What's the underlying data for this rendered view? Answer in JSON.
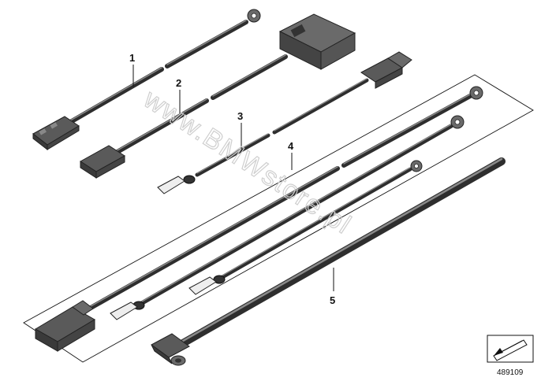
{
  "callouts": {
    "c1": "1",
    "c2": "2",
    "c3": "3",
    "c4": "4",
    "c5": "5"
  },
  "watermark": "www.BMWstore.pl",
  "diagram_number": "489109",
  "colors": {
    "cable": "#4a4a4a",
    "cable_highlight": "#8a8a8a",
    "connector": "#5a5a5a",
    "line": "#111111",
    "watermark": "#cfcfcf"
  },
  "icons": {
    "stamp": "arrow-stamp-icon"
  }
}
